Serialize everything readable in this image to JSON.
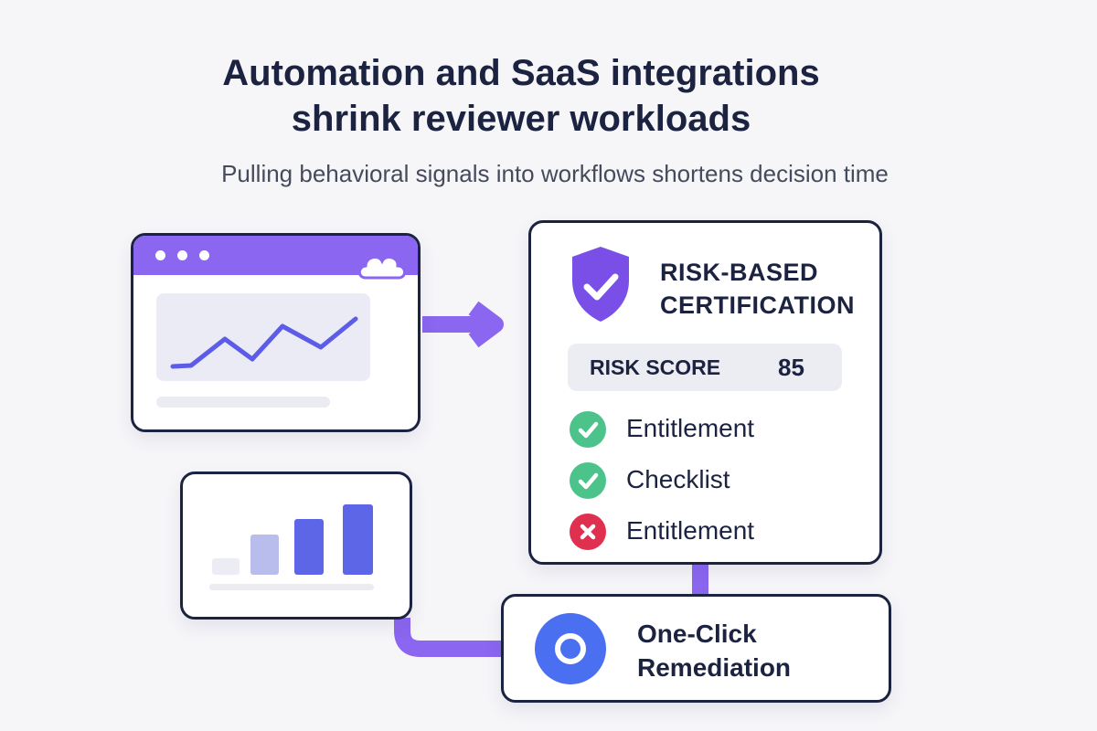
{
  "header": {
    "title_line1": "Automation and SaaS integrations",
    "title_line2": "shrink reviewer workloads",
    "subtitle": "Pulling behavioral signals into workflows shortens decision time"
  },
  "colors": {
    "accent_purple": "#8b66f0",
    "navy": "#1c2340",
    "check_green": "#4cc38a",
    "cross_red": "#e0304f",
    "remediation_blue": "#4a6ff0"
  },
  "icons": {
    "cloud": "cloud-icon",
    "shield": "shield-check-icon",
    "pass": "check-circle-icon",
    "fail": "x-circle-icon",
    "remediation": "target-icon"
  },
  "certification": {
    "title_line1": "RISK-BASED",
    "title_line2": "CERTIFICATION",
    "risk_score_label": "RISK SCORE",
    "risk_score_value": "85",
    "checks": [
      {
        "label": "Entitlement",
        "status": "pass"
      },
      {
        "label": "Checklist",
        "status": "pass"
      },
      {
        "label": "Entitlement",
        "status": "fail"
      }
    ]
  },
  "remediation": {
    "label_line1": "One-Click",
    "label_line2": "Remediation"
  }
}
